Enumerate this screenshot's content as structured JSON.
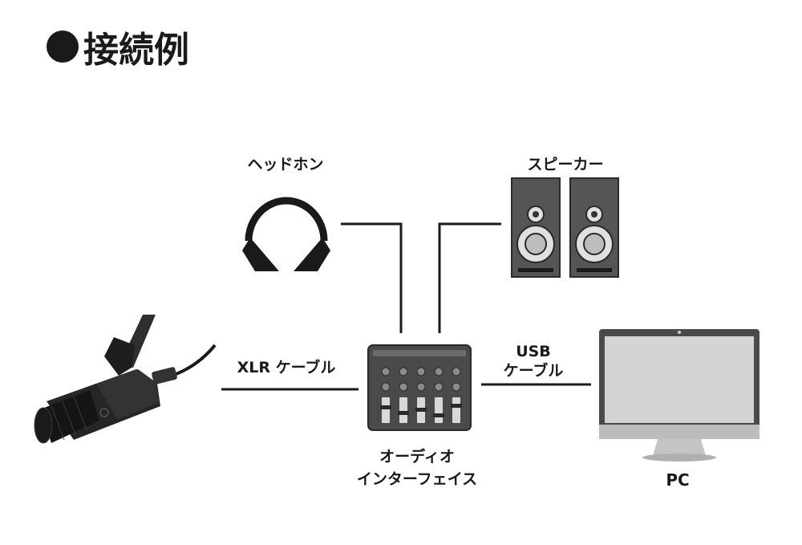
{
  "title": "接続例",
  "devices": {
    "headphones": "ヘッドホン",
    "speakers": "スピーカー",
    "interface_line1": "オーディオ",
    "interface_line2": "インターフェイス",
    "pc": "PC"
  },
  "cables": {
    "xlr": "XLR ケーブル",
    "usb_line1": "USB",
    "usb_line2": "ケーブル"
  }
}
